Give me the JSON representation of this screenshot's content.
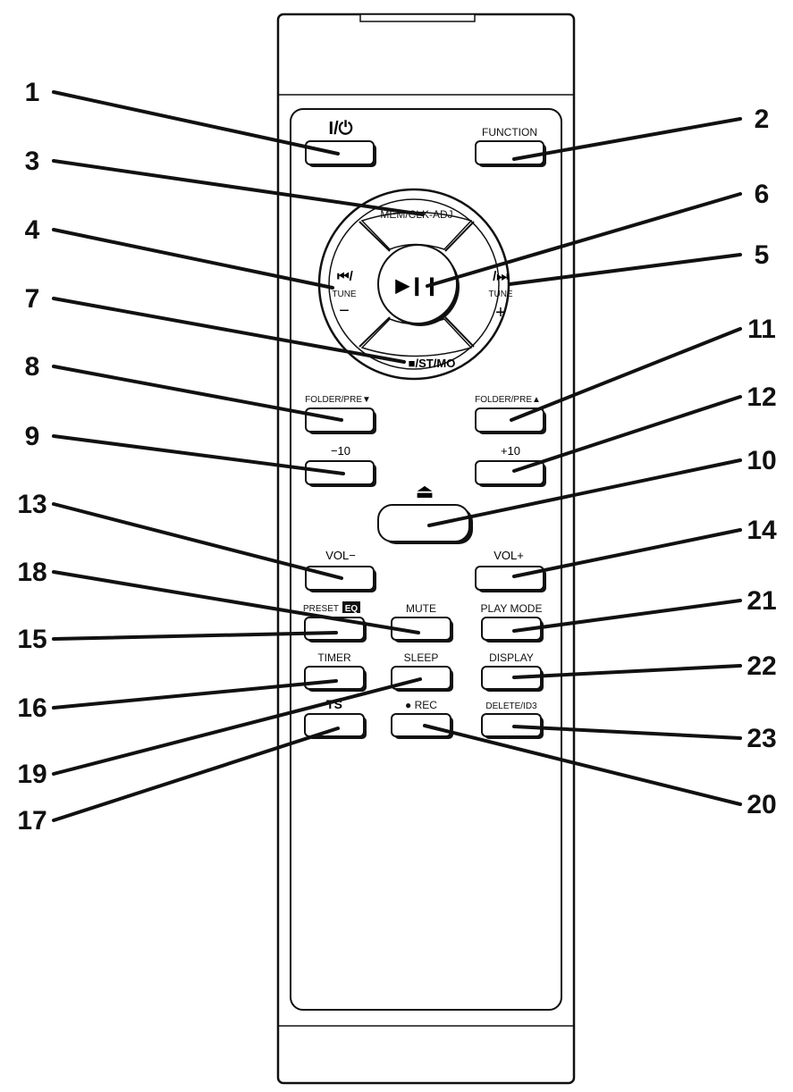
{
  "labels": {
    "power": "I/⏻",
    "function": "FUNCTION",
    "mem_clk_adj": "MEM/CLK-ADJ",
    "prev": "⏮/",
    "tune_left": "TUNE",
    "minus": "−",
    "play_pause": "▶❙❙",
    "next": "/⏭",
    "tune_right": "TUNE",
    "plus": "+",
    "stop_st_mo": "■/ST/MO",
    "folder_pre_down": "FOLDER/PRE▼",
    "folder_pre_up": "FOLDER/PRE▲",
    "minus10": "−10",
    "plus10": "+10",
    "eject": "⏏",
    "vol_minus": "VOL−",
    "vol_plus": "VOL+",
    "preset": "PRESET",
    "eq": "EQ",
    "mute": "MUTE",
    "play_mode": "PLAY MODE",
    "timer": "TIMER",
    "sleep": "SLEEP",
    "display": "DISPLAY",
    "ts": "TS",
    "rec": "● REC",
    "delete_id3": "DELETE/ID3"
  },
  "callouts": [
    "1",
    "2",
    "3",
    "4",
    "5",
    "6",
    "7",
    "8",
    "9",
    "10",
    "11",
    "12",
    "13",
    "14",
    "15",
    "16",
    "17",
    "18",
    "19",
    "20",
    "21",
    "22",
    "23"
  ],
  "colors": {
    "ink": "#111111",
    "panel": "#ffffff"
  }
}
